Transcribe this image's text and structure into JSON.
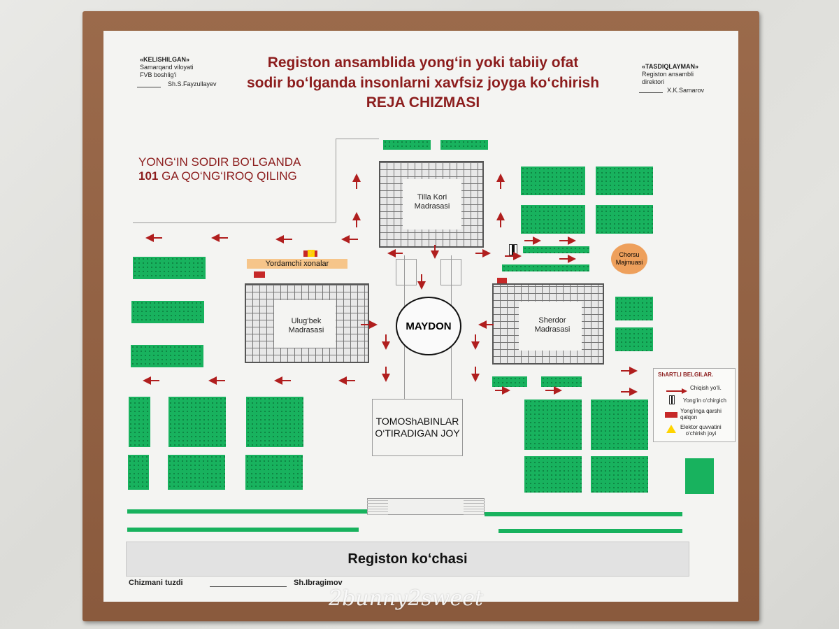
{
  "header": {
    "title_lines": [
      "Registon ansamblida yong‘in yoki tabiiy ofat",
      "sodir bo‘lganda insonlarni xavfsiz joyga ko‘chirish",
      "REJA CHIZMASI"
    ],
    "left_approval": {
      "heading": "«KELISHILGAN»",
      "line1": "Samarqand viloyati",
      "line2": "FVB boshlig‘i",
      "signer": "Sh.S.Fayzullayev"
    },
    "right_approval": {
      "heading": "«TASDIQLAYMAN»",
      "line1": "Registon ansambli",
      "line2": "direktori",
      "signer": "X.K.Samarov"
    }
  },
  "phone_notice": {
    "line1": "YONG‘IN SODIR BO‘LGANDA",
    "line2_number": "101",
    "line2_rest": "GA QO‘NG‘IROQ QILING"
  },
  "map": {
    "tilla_kori": "Tilla Kori\nMadrasasi",
    "ulugbek": "Ulug‘bek\nMadrasasi",
    "sherdor": "Sherdor\nMadrasasi",
    "maydon": "MAYDON",
    "chorsu": "Chorsu\nMajmuasi",
    "yordamchi": "Yordamchi xonalar",
    "tomoshabinlar": "TOMOShABINLAR\nO‘TIRADIGAN JOY",
    "street": "Registon ko‘chasi"
  },
  "legend": {
    "title": "ShARTLI BELGILAR.",
    "items": [
      {
        "label": "Chiqish yo‘li.",
        "icon": "exit-arrow-icon"
      },
      {
        "label": "Yong‘in o‘chirgich",
        "icon": "extinguisher-icon"
      },
      {
        "label": "Yong‘inga qarshi\nqalqon",
        "icon": "fire-shield-icon"
      },
      {
        "label": "Elektor quvvatini\no‘chirish joyi",
        "icon": "electric-warning-icon"
      }
    ]
  },
  "footer": {
    "drawn_by_label": "Chizmani tuzdi",
    "drawn_by_name": "Sh.Ibragimov",
    "watermark": "2bunny2sweet"
  },
  "colors": {
    "frame": "#8f5f42",
    "title_red": "#8c1d1d",
    "green": "#18b25e",
    "arrow_red": "#b01e1e",
    "chorsu": "#eea05c",
    "yordamchi": "#f6c58a"
  }
}
